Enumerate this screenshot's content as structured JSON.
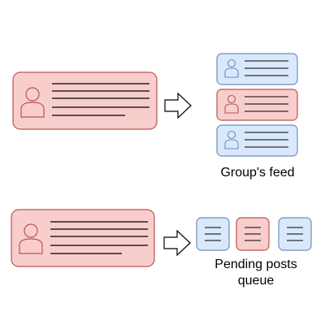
{
  "colors": {
    "red_fill": "#f8cecc",
    "red_stroke": "#b85450",
    "blue_fill": "#dae8fc",
    "blue_stroke": "#6c8ebf",
    "line": "#000000"
  },
  "top_section": {
    "post_icon": "user-icon",
    "arrow_icon": "arrow-right-icon",
    "caption": "Group's feed",
    "feed_items": [
      "blue",
      "red",
      "blue"
    ]
  },
  "bottom_section": {
    "post_icon": "user-icon",
    "arrow_icon": "arrow-right-icon",
    "caption_line1": "Pending posts",
    "caption_line2": "queue",
    "queue_items": [
      "blue",
      "red",
      "blue"
    ]
  }
}
